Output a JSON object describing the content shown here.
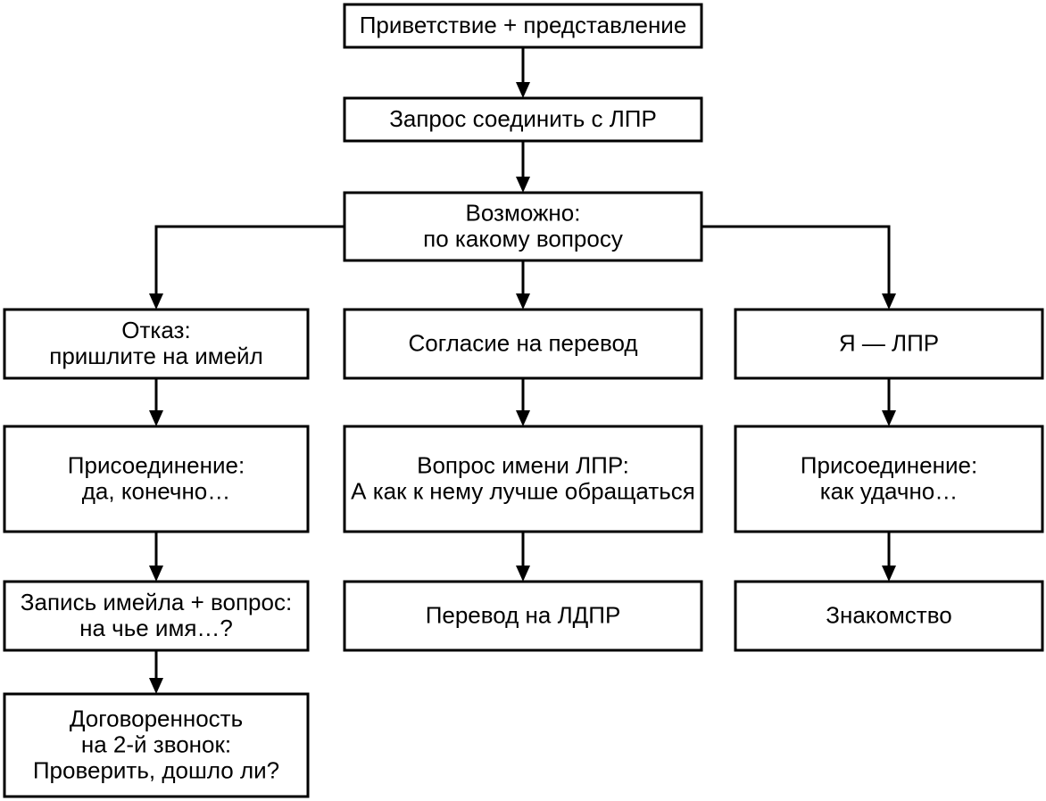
{
  "nodes": [
    {
      "id": "greeting",
      "lines": [
        "Приветствие + представление"
      ]
    },
    {
      "id": "request",
      "lines": [
        "Запрос соединить с ЛПР"
      ]
    },
    {
      "id": "maybe",
      "lines": [
        "Возможно:",
        "по какому вопросу"
      ]
    },
    {
      "id": "refusal",
      "lines": [
        "Отказ:",
        "пришлите на имейл"
      ]
    },
    {
      "id": "agree",
      "lines": [
        "Согласие на перевод"
      ]
    },
    {
      "id": "im-lpr",
      "lines": [
        "Я — ЛПР"
      ]
    },
    {
      "id": "join-left",
      "lines": [
        "Присоединение:",
        "да, конечно…"
      ]
    },
    {
      "id": "ask-name",
      "lines": [
        "Вопрос имени ЛПР:",
        "А как к нему лучше обращаться"
      ]
    },
    {
      "id": "join-right",
      "lines": [
        "Присоединение:",
        "как удачно…"
      ]
    },
    {
      "id": "record-email",
      "lines": [
        "Запись имейла + вопрос:",
        "на чье имя…?"
      ]
    },
    {
      "id": "transfer",
      "lines": [
        "Перевод на ЛДПР"
      ]
    },
    {
      "id": "acquaint",
      "lines": [
        "Знакомство"
      ]
    },
    {
      "id": "second-call",
      "lines": [
        "Договоренность",
        "на 2-й звонок:",
        "Проверить, дошло ли?"
      ]
    }
  ],
  "edges": [
    {
      "from": "greeting",
      "to": "request"
    },
    {
      "from": "request",
      "to": "maybe"
    },
    {
      "from": "maybe",
      "to": "refusal"
    },
    {
      "from": "maybe",
      "to": "agree"
    },
    {
      "from": "maybe",
      "to": "im-lpr"
    },
    {
      "from": "refusal",
      "to": "join-left"
    },
    {
      "from": "join-left",
      "to": "record-email"
    },
    {
      "from": "record-email",
      "to": "second-call"
    },
    {
      "from": "agree",
      "to": "ask-name"
    },
    {
      "from": "ask-name",
      "to": "transfer"
    },
    {
      "from": "im-lpr",
      "to": "join-right"
    },
    {
      "from": "join-right",
      "to": "acquaint"
    }
  ]
}
